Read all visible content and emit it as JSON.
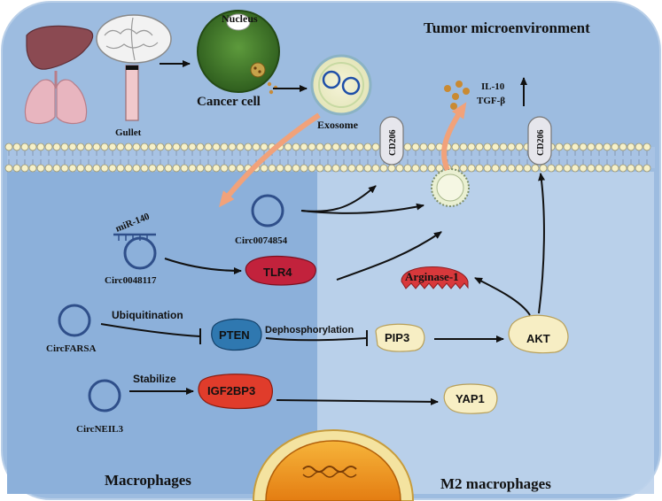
{
  "labels": {
    "tumor_microenvironment": "Tumor microenvironment",
    "nucleus": "Nucleus",
    "cancer_cell": "Cancer cell",
    "exosome": "Exosome",
    "gullet": "Gullet",
    "il10": "IL-10",
    "tgfb": "TGF-β",
    "cd206_left": "CD206",
    "cd206_right": "CD206",
    "circ0074854": "Circ0074854",
    "mir140": "miR-140",
    "circ0048117": "Circ0048117",
    "tlr4": "TLR4",
    "arginase1": "Arginase-1",
    "ubiquitination": "Ubiquitination",
    "circfarsa": "CircFARSA",
    "pten": "PTEN",
    "dephosphorylation": "Dephosphorylation",
    "pip3": "PIP3",
    "akt": "AKT",
    "stabilize": "Stabilize",
    "igf2bp3": "IGF2BP3",
    "yap1": "YAP1",
    "circneil3": "CircNEIL3",
    "macrophages": "Macrophages",
    "m2_macrophages": "M2 macrophages"
  },
  "colors": {
    "cell_outer": "#a9c5e4",
    "cell_inner": "#c0d6ed",
    "macrophage_region": "#8fb2dc",
    "membrane_bead": "#f6f1c9",
    "tlr4": "#c2223c",
    "igf2bp3": "#e03c2b",
    "pten": "#2f78b0",
    "arginase": "#d8383b",
    "cancer_cell": "#3f7a2a",
    "circ_ring": "#2f4f8a"
  },
  "icons": [
    "liver-icon",
    "brain-icon",
    "lung-icon",
    "gullet-icon",
    "nucleus-icon"
  ]
}
